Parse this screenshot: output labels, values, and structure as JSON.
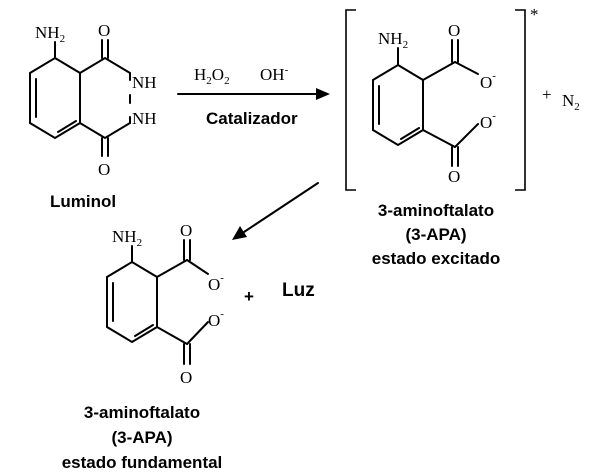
{
  "luminol": {
    "nh2": "NH",
    "nh2_sub": "2",
    "o_top": "O",
    "o_bottom": "O",
    "nh_top": "NH",
    "nh_bottom": "NH",
    "name": "Luminol"
  },
  "reaction": {
    "reagent_h": "H",
    "reagent_h_sub": "2",
    "reagent_o": "O",
    "reagent_o_sub": "2",
    "reagent_oh": "OH",
    "reagent_oh_sup": "-",
    "catalyst": "Catalizador"
  },
  "excited": {
    "nh2": "NH",
    "nh2_sub": "2",
    "o_top": "O",
    "o_minus_top": "O",
    "o_minus_bottom": "O",
    "o_bottom": "O",
    "minus": "-",
    "asterisk": "*",
    "plus": "+",
    "n2": "N",
    "n2_sub": "2",
    "name_line1": "3-aminoftalato",
    "name_line2": "(3-APA)",
    "name_line3": "estado excitado"
  },
  "ground": {
    "nh2": "NH",
    "nh2_sub": "2",
    "o_top": "O",
    "o_minus_top": "O",
    "o_minus_bottom": "O",
    "o_bottom": "O",
    "minus": "-",
    "plus": "+",
    "light": "Luz",
    "name_line1": "3-aminoftalato",
    "name_line2": "(3-APA)",
    "name_line3": "estado fundamental"
  }
}
